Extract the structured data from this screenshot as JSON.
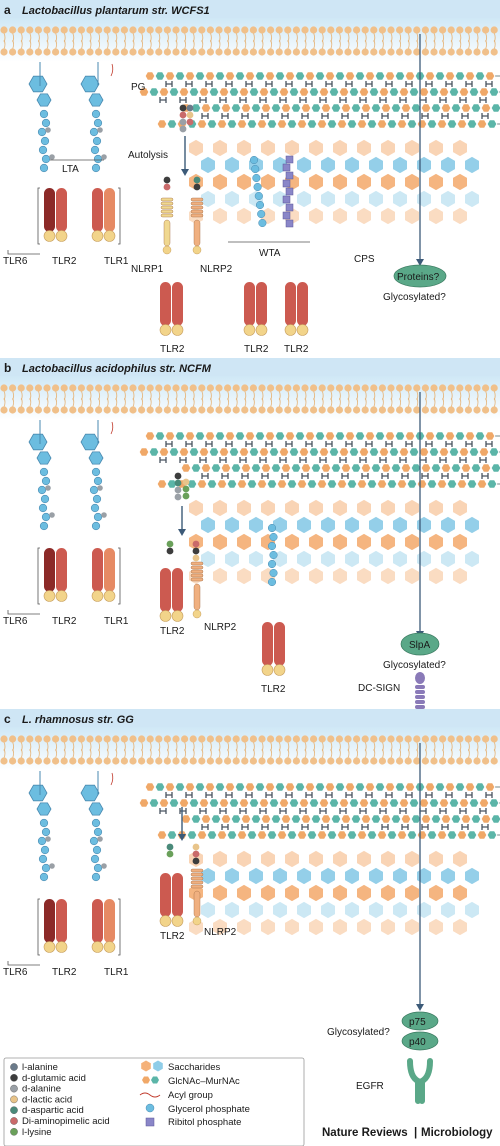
{
  "panels": [
    {
      "letter": "a",
      "title": "Lactobacillus plantarum str. WCFS1",
      "labels": {
        "pg": "PG",
        "lta": "LTA",
        "autolysis": "Autolysis",
        "wta": "WTA",
        "cps": "CPS",
        "tlr6": "TLR6",
        "tlr2": "TLR2",
        "tlr1": "TLR1",
        "nlrp1": "NLRP1",
        "nlrp2": "NLRP2",
        "tlr2_b": "TLR2",
        "tlr2_c": "TLR2",
        "tlr2_d": "TLR2",
        "protein": "Proteins?",
        "glyco": "Glycosylated?"
      }
    },
    {
      "letter": "b",
      "title": "Lactobacillus acidophilus str. NCFM",
      "labels": {
        "tlr6": "TLR6",
        "tlr2": "TLR2",
        "tlr1": "TLR1",
        "tlr2_b": "TLR2",
        "nlrp2": "NLRP2",
        "tlr2_c": "TLR2",
        "protein": "SlpA",
        "glyco": "Glycosylated?",
        "receptor": "DC-SIGN"
      }
    },
    {
      "letter": "c",
      "title": "L. rhamnosus str. GG",
      "labels": {
        "tlr6": "TLR6",
        "tlr2": "TLR2",
        "tlr1": "TLR1",
        "tlr2_b": "TLR2",
        "nlrp2": "NLRP2",
        "p75": "p75",
        "p40": "p40",
        "glyco": "Glycosylated?",
        "receptor": "EGFR"
      }
    }
  ],
  "legend": {
    "left": [
      {
        "label": "l-alanine",
        "color": "#6b7a8a"
      },
      {
        "label": "d-glutamic acid",
        "color": "#3d3d3d"
      },
      {
        "label": "d-alanine",
        "color": "#9aa0a6"
      },
      {
        "label": "d-lactic acid",
        "color": "#e8c48a"
      },
      {
        "label": "d-aspartic acid",
        "color": "#4a8a7a"
      },
      {
        "label": "Di-aminopimelic acid",
        "color": "#c96a6a"
      },
      {
        "label": "l-lysine",
        "color": "#6aa05a"
      }
    ],
    "right": [
      {
        "label": "Saccharides",
        "icon": "hexagon-pair-icon"
      },
      {
        "label": "GlcNAc–MurNAc",
        "icon": "glcnac-murnac-icon"
      },
      {
        "label": "Acyl group",
        "icon": "acyl-group-icon"
      },
      {
        "label": "Glycerol phosphate",
        "icon": "glycerol-phosphate-icon"
      },
      {
        "label": "Ribitol phosphate",
        "icon": "ribitol-phosphate-icon"
      }
    ]
  },
  "footer": {
    "brand": "Nature Reviews",
    "separator": "|",
    "journal": "Microbiology"
  },
  "colors": {
    "membrane_head": "#f0c08a",
    "membrane_bg": "#dff0fa",
    "pg_orange": "#f0a868",
    "pg_teal": "#5bb5a8",
    "cps_orange": "#f5b27a",
    "cps_blue": "#8fcde8",
    "tlr_red": "#cc5a50",
    "tlr_dark": "#8c2a28",
    "tlr_orange": "#e68a64",
    "knob": "#f2d48a",
    "glycerol": "#6cbde0",
    "ribitol": "#8a86c8",
    "protein_green": "#5aa888",
    "receptor_purple": "#8a7ab8",
    "journal_red": "#c0392b"
  }
}
